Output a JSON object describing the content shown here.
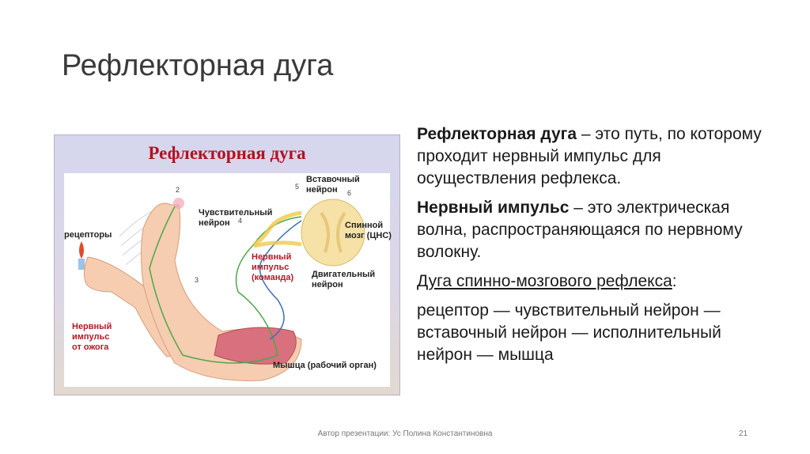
{
  "slide": {
    "title": "Рефлекторная дуга",
    "figure": {
      "title": "Рефлекторная дуга",
      "labels": {
        "receptors": "рецепторы",
        "sensory_neuron": "Чувствительный\nнейрон",
        "interneuron": "Вставочный\nнейрон",
        "spinal_cord": "Спинной\nмозг (ЦНС)",
        "motor_neuron": "Двигательный\nнейрон",
        "impulse_command": "Нервный\nимпульс\n(команда)",
        "impulse_burn": "Нервный\nимпульс\nот ожога",
        "muscle": "Мышца (рабочий орган)"
      },
      "numbers": [
        "2",
        "3",
        "4",
        "5",
        "6"
      ]
    },
    "body": {
      "p1_bold": "Рефлекторная дуга",
      "p1_rest": " – это путь, по которому проходит нервный импульс для осуществления рефлекса.",
      "p2_bold": "Нервный импульс",
      "p2_rest": " – это электрическая волна, распространяющаяся по нервному волокну.",
      "p3_underline": "Дуга спинно-мозгового рефлекса",
      "p3_colon": ":",
      "p4": "рецептор — чувствительный нейрон — вставочный нейрон — исполнительный нейрон — мышца"
    },
    "footer": "Автор презентации: Ус Полина Константиновна",
    "page_number": "21"
  }
}
